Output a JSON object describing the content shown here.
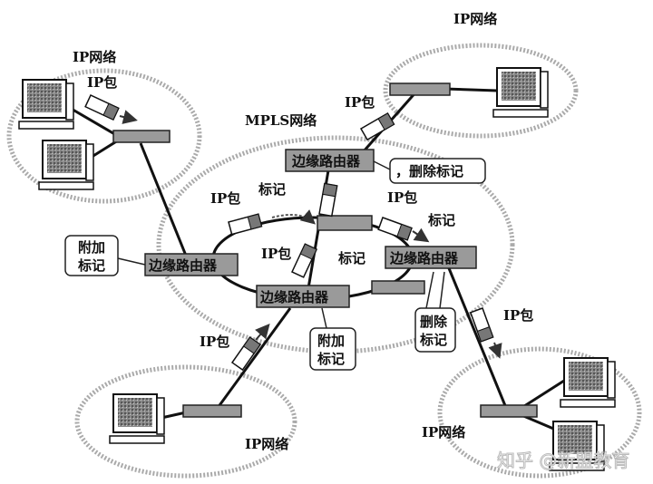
{
  "networks": {
    "ip_top_left": "IP网络",
    "ip_top_right": "IP网络",
    "ip_bottom_left": "IP网络",
    "ip_bottom_right": "IP网络",
    "mpls": "MPLS网络"
  },
  "routers": {
    "edge_top": "边缘路由器",
    "edge_left": "边缘路由器",
    "edge_right": "边缘路由器",
    "edge_bottom": "边缘路由器"
  },
  "packets": {
    "ip_packet": "IP包",
    "label": "标记"
  },
  "callouts": {
    "remove_top": "，删除标记",
    "add_left_1": "附加",
    "add_left_2": "标记",
    "add_bottom_1": "附加",
    "add_bottom_2": "标记",
    "remove_right_1": "删除",
    "remove_right_2": "标记"
  },
  "watermark": "知乎 @新盟教育"
}
